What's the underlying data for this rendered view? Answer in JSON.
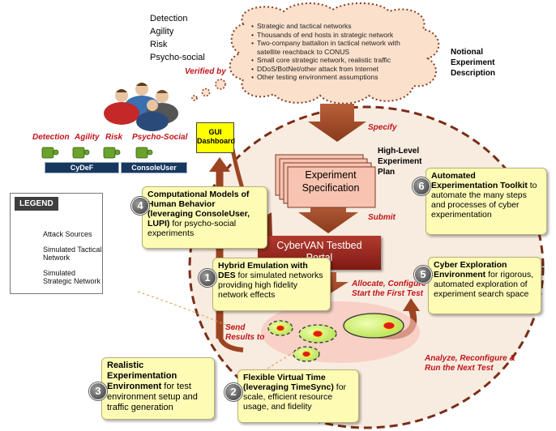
{
  "top_labels": {
    "metrics": [
      "Detection",
      "Agility",
      "Risk",
      "Psycho-social"
    ],
    "verified_by": "Verified by",
    "notional_title": "Notional\nExperiment\nDescription"
  },
  "cloud": {
    "items": [
      "Strategic and tactical networks",
      "Thousands of end hosts in strategic network",
      "Two-company battalion in tactical network with satellite reachback to CONUS",
      "Small core strategic network, realistic traffic",
      "DDoS/BotNet/other attack from Internet",
      "Other testing environment assumptions"
    ]
  },
  "flow_labels": {
    "specify": "Specify",
    "high_level": "High-Level\nExperiment\nPlan",
    "experiment_spec": "Experiment\nSpecification",
    "submit": "Submit",
    "portal": "CyberVAN Testbed\nPortal",
    "allocate": "Allocate, Configure &\nStart the First Test",
    "send_results": "Send\nResults to",
    "analyze": "Analyze, Reconfigure &\nRun the Next Test"
  },
  "gui": {
    "label": "GUI\nDashboard"
  },
  "left_red_labels": [
    "Detection",
    "Agility",
    "Risk",
    "Psycho-Social"
  ],
  "bars": {
    "cydef": "CyDeF",
    "consoleuser": "ConsoleUser"
  },
  "legend": {
    "title": "LEGEND",
    "items": [
      "Attack Sources",
      "Simulated Tactical\nNetwork",
      "Simulated\nStrategic Network"
    ]
  },
  "callouts": {
    "c4": {
      "num": "4",
      "bold": "Computational Models of Human Behavior (leveraging ConsoleUser, LUPI)",
      "rest": " for psycho-social experiments"
    },
    "c6": {
      "num": "6",
      "bold": "Automated Experimentation Toolkit",
      "rest": " to automate the many steps and processes of cyber experimentation"
    },
    "c1": {
      "num": "1",
      "bold": "Hybrid Emulation with DES",
      "rest": " for simulated networks providing high fidelity network effects"
    },
    "c5": {
      "num": "5",
      "bold": "Cyber Exploration Environment",
      "rest": " for rigorous, automated exploration of experiment search space"
    },
    "c3": {
      "num": "3",
      "bold": "Realistic Experimentation Environment",
      "rest": " for test environment setup and traffic generation"
    },
    "c2": {
      "num": "2",
      "bold": "Flexible Virtual Time (leveraging TimeSync)",
      "rest": " for scale, efficient resource usage, and fidelity"
    }
  },
  "colors": {
    "brown": "#a0522d",
    "red_label": "#c0141a",
    "callout_bg": "#fdfbb4",
    "portal": "#9b2a22",
    "bar": "#17375e"
  }
}
